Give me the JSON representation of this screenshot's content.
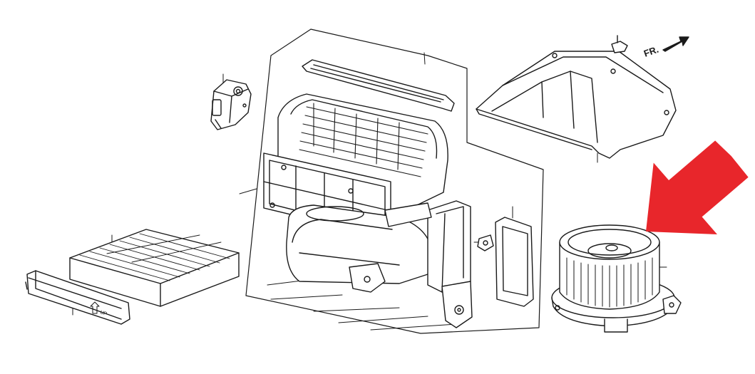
{
  "diagram": {
    "direction_marker": {
      "text": "FR.",
      "icon": "front-direction-arrow-icon"
    },
    "filter_cover_marking": {
      "text": "UP",
      "icon": "up-arrow-icon"
    },
    "highlight": {
      "icon": "red-pointer-arrow-icon",
      "color": "#e8262b",
      "target": "blower-motor-fan"
    },
    "line_color": "#1a1a1a",
    "parts": [
      "blower-unit-housing",
      "blower-housing-top-cover",
      "intake-duct",
      "mode-actuator-motor",
      "cabin-air-filter",
      "cabin-filter-cover",
      "duct-seal-frame",
      "mounting-clip",
      "retainer-clip",
      "blower-motor-fan"
    ]
  }
}
